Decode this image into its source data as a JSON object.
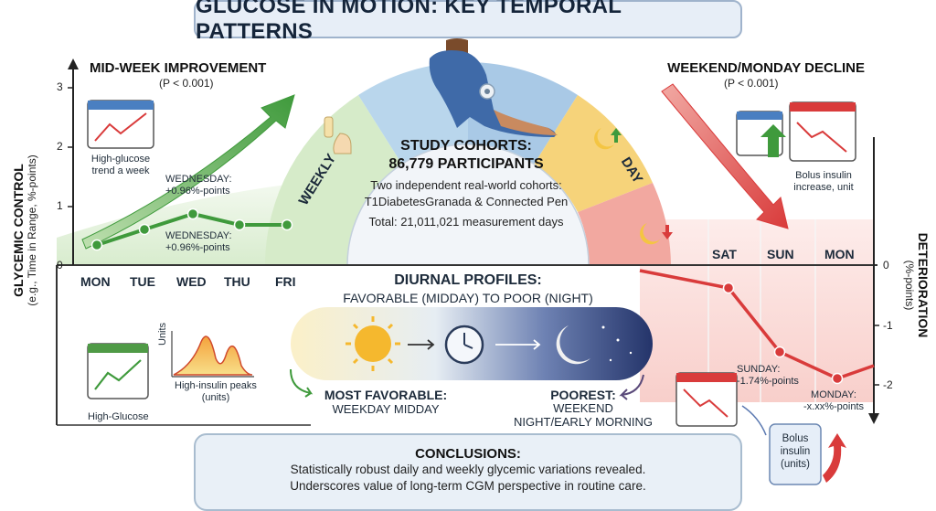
{
  "title": "GLUCOSE IN MOTION: KEY TEMPORAL PATTERNS",
  "left": {
    "heading": "MID-WEEK IMPROVEMENT",
    "p_value": "(P < 0.001)",
    "y_axis_title": "GLYCEMIC CONTROL",
    "y_axis_sub": "(e.g., Time in Range, %-points)",
    "y_ticks": [
      "3",
      "2",
      "1",
      "0"
    ],
    "days": [
      "MON",
      "TUE",
      "WED",
      "THU",
      "FRI"
    ],
    "annotation_upper": [
      "WEDNESDAY:",
      "+0.96%-points"
    ],
    "annotation_lower": [
      "WEDNESDAY:",
      "+0.96%-points"
    ],
    "icon_caption_top": [
      "High-glucose",
      "trend a week"
    ],
    "icon_caption_bottom": "High-Glucose",
    "insulin_chart_label": "Units",
    "insulin_caption": [
      "High-insulin peaks",
      "(units)"
    ]
  },
  "arc": {
    "weekly": "WEEKLY",
    "day": "DAY"
  },
  "cohort": {
    "heading1": "STUDY COHORTS:",
    "heading2": "86,779 PARTICIPANTS",
    "line1": "Two independent real-world cohorts:",
    "line2": "T1DiabetesGranada & Connected Pen",
    "line3": "Total: 21,011,021 measurement days"
  },
  "right": {
    "heading": "WEEKEND/MONDAY DECLINE",
    "p_value": "(P < 0.001)",
    "y_axis_title": "DETERIORATION",
    "y_axis_sub": "(%-points)",
    "y_ticks": [
      "0",
      "-1",
      "-2"
    ],
    "days": [
      "SAT",
      "SUN",
      "MON"
    ],
    "annotation_sunday": [
      "SUNDAY:",
      "-1.74%-points"
    ],
    "annotation_monday": [
      "MONDAY:",
      "-x.xx%-points"
    ],
    "bolus_caption_top": [
      "Bolus insulin",
      "increase, unit"
    ],
    "bolus_box": [
      "Bolus",
      "insulin",
      "(units)"
    ]
  },
  "diurnal": {
    "heading": "DIURNAL PROFILES:",
    "sub": "FAVORABLE (MIDDAY) TO POOR (NIGHT)",
    "favorable_title": "MOST FAVORABLE:",
    "favorable_sub": "WEEKDAY MIDDAY",
    "poorest_title": "POOREST:",
    "poorest_sub1": "WEEKEND",
    "poorest_sub2": "NIGHT/EARLY MORNING"
  },
  "conclusions": {
    "heading": "CONCLUSIONS:",
    "line1": "Statistically robust daily and weekly glycemic variations revealed.",
    "line2": "Underscores value of long-term CGM perspective in routine care."
  },
  "colors": {
    "green": "#3f9a3c",
    "red": "#d93b3b",
    "arc_blue": "#a9c9e6",
    "arc_yellow": "#f6d37a",
    "navy": "#1f2f5e"
  }
}
